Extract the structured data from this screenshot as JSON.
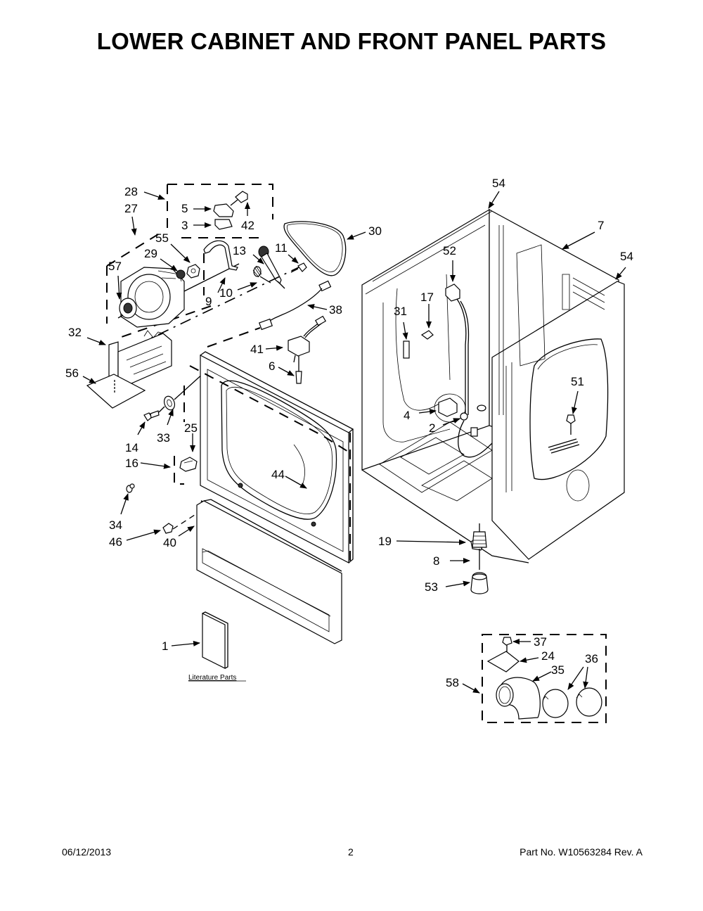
{
  "page": {
    "title": "LOWER CABINET AND FRONT PANEL PARTS",
    "footer": {
      "date": "06/12/2013",
      "page_number": "2",
      "part_number": "Part No.  W10563284  Rev.  A"
    }
  },
  "diagram": {
    "literature_label": "Literature Parts",
    "callouts": {
      "c1": "1",
      "c2": "2",
      "c3": "3",
      "c4": "4",
      "c5": "5",
      "c6": "6",
      "c7": "7",
      "c8": "8",
      "c9": "9",
      "c10": "10",
      "c11": "11",
      "c13": "13",
      "c14": "14",
      "c16": "16",
      "c17": "17",
      "c19": "19",
      "c24": "24",
      "c25": "25",
      "c27": "27",
      "c28": "28",
      "c29": "29",
      "c30": "30",
      "c31": "31",
      "c32": "32",
      "c33": "33",
      "c34": "34",
      "c35": "35",
      "c36": "36",
      "c37": "37",
      "c38": "38",
      "c40": "40",
      "c41": "41",
      "c42": "42",
      "c44": "44",
      "c46": "46",
      "c51": "51",
      "c52": "52",
      "c53": "53",
      "c54a": "54",
      "c54b": "54",
      "c55": "55",
      "c56": "56",
      "c57": "57",
      "c58": "58"
    }
  }
}
